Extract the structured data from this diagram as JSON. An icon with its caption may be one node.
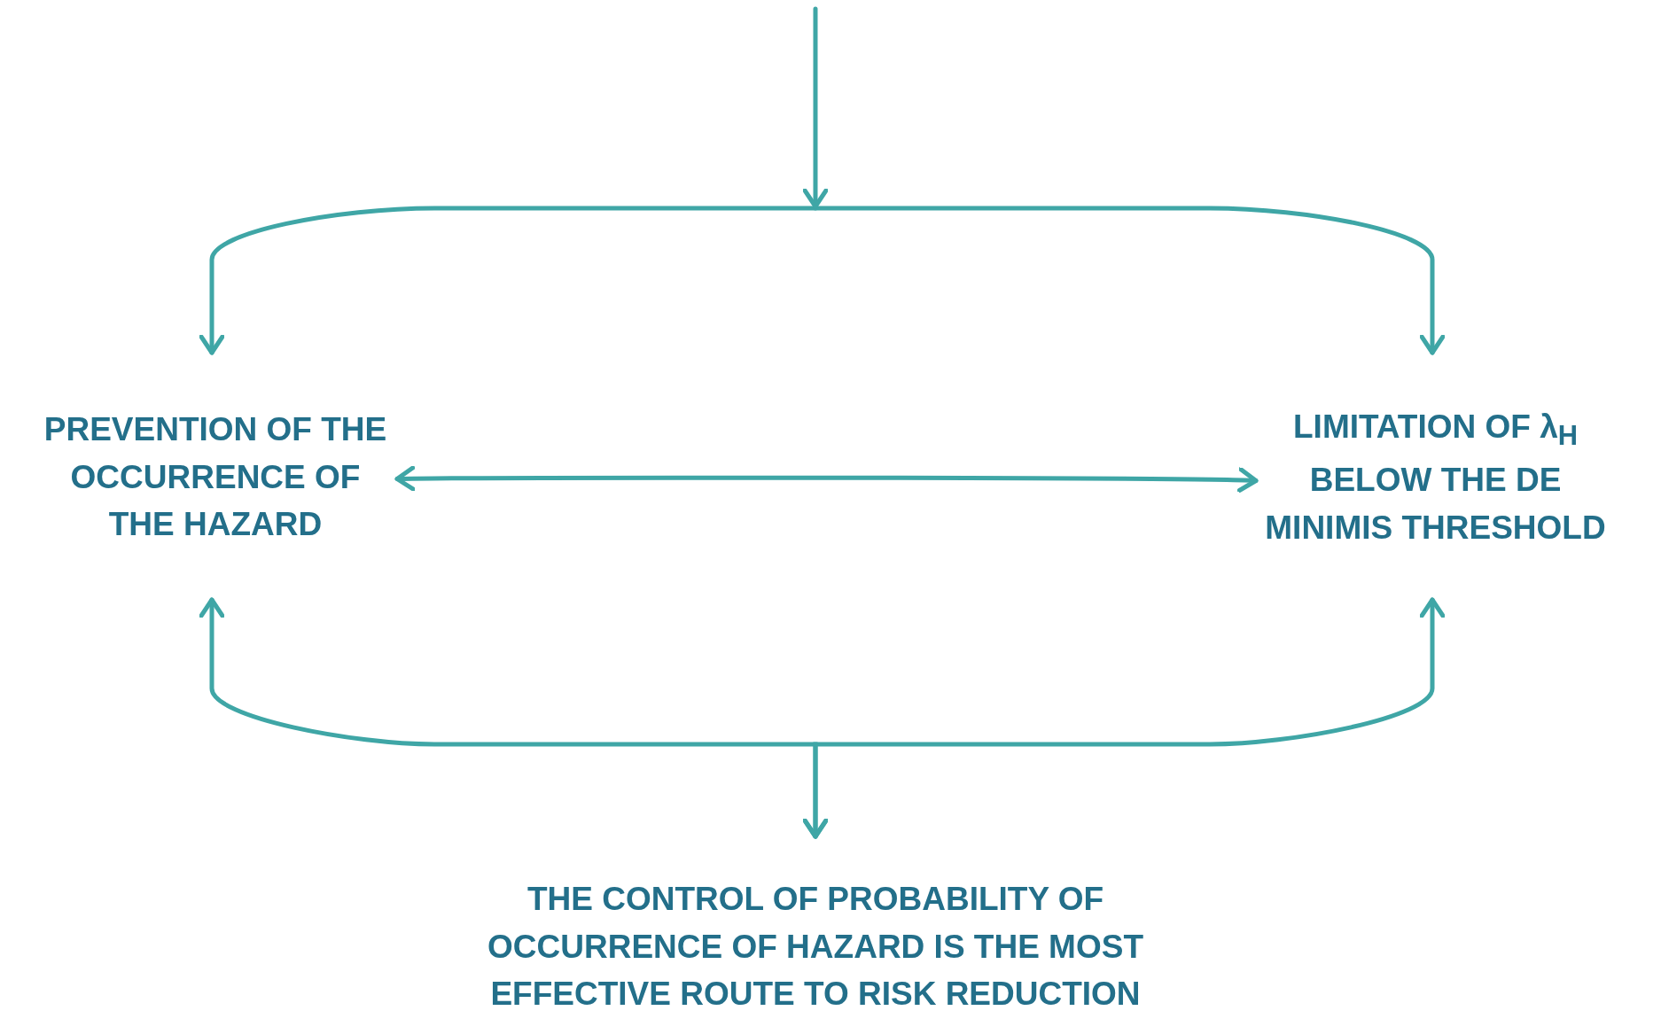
{
  "diagram": {
    "nodes": [
      {
        "text": [
          "PREVENTION OF THE OCCURRENCE OF THE HAZARD"
        ]
      },
      {
        "text": [
          "LIMITATION OF λ$_{H}$ BELOW THE DE MINIMIS THRESHOLD"
        ]
      },
      {
        "text": [
          "THE CONTROL OF PROBABILITY OF OCCURRENCE OF HAZARD IS THE MOST EFFECTIVE ROUTE TO RISK REDUCTION"
        ]
      }
    ],
    "edges": [
      {
        "from": null,
        "to": 0,
        "arrow": "to"
      },
      {
        "from": null,
        "to": 1,
        "arrow": "to"
      },
      {
        "from": 0,
        "to": 1,
        "arrow": "both"
      },
      {
        "from": 0,
        "to": 2,
        "arrow": "both"
      },
      {
        "from": 1,
        "to": 2,
        "arrow": "both"
      }
    ]
  }
}
